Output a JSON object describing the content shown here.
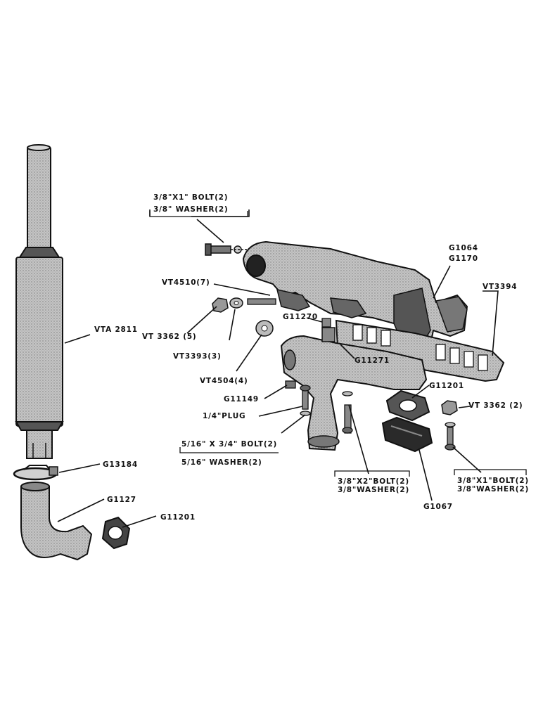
{
  "labels": {
    "bolt_3_8x1_top": "3/8\"X1\" BOLT(2)",
    "washer_3_8_top": "3/8\" WASHER(2)",
    "g1064": "G1064",
    "g1170": "G1170",
    "vt4510": "VT4510(7)",
    "vt3394": "VT3394",
    "vt3362_5": "VT 3362 (5)",
    "vta2811": "VTA 2811",
    "g11270": "G11270",
    "vt3393": "VT3393(3)",
    "g11271": "G11271",
    "vt4504": "VT4504(4)",
    "g11201_right": "G11201",
    "g11149": "G11149",
    "plug_1_4": "1/4\"PLUG",
    "vt3362_2": "VT 3362 (2)",
    "bolt_5_16": "5/16\" X 3/4\" BOLT(2)",
    "washer_5_16": "5/16\" WASHER(2)",
    "g13184": "G13184",
    "bolt_3_8x2": "3/8\"X2\"BOLT(2)",
    "washer_3_8_mid": "3/8\"WASHER(2)",
    "bolt_3_8x1_right": "3/8\"X1\"BOLT(2)",
    "washer_3_8_right": "3/8\"WASHER(2)",
    "g1127": "G1127",
    "g1067": "G1067",
    "g11201_left": "G11201"
  }
}
